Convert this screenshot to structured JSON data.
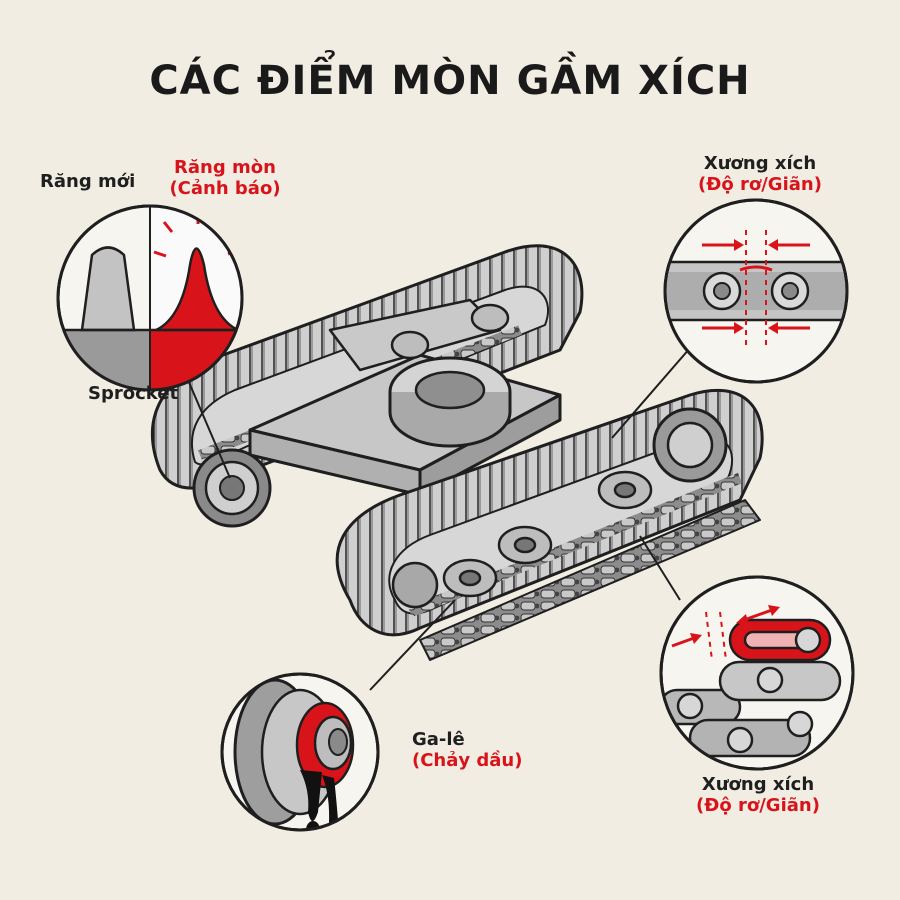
{
  "title": "CÁC ĐIỂM MÒN GẦM XÍCH",
  "callouts": {
    "sprocket": {
      "new_tooth": "Răng mới",
      "worn_tooth_line1": "Răng mòn",
      "worn_tooth_line2": "(Cảnh báo)",
      "name": "Sprocket"
    },
    "pin_top": {
      "line1": "Xương xích",
      "line2": "(Độ rơ/Giãn)"
    },
    "pin_bottom": {
      "line1": "Xương xích",
      "line2": "(Độ rơ/Giãn)"
    },
    "roller": {
      "line1": "Ga-lê",
      "line2": "(Chảy dầu)"
    }
  },
  "colors": {
    "warning": "#d8141a",
    "background": "#f1ede3",
    "steel": "#b9b9b9",
    "ink": "#1a1a1a",
    "oil": "#111111"
  },
  "icons": [
    "sprocket-tooth-icon",
    "chain-pin-icon",
    "chain-link-icon",
    "roller-oil-leak-icon",
    "crawler-undercarriage-icon"
  ]
}
